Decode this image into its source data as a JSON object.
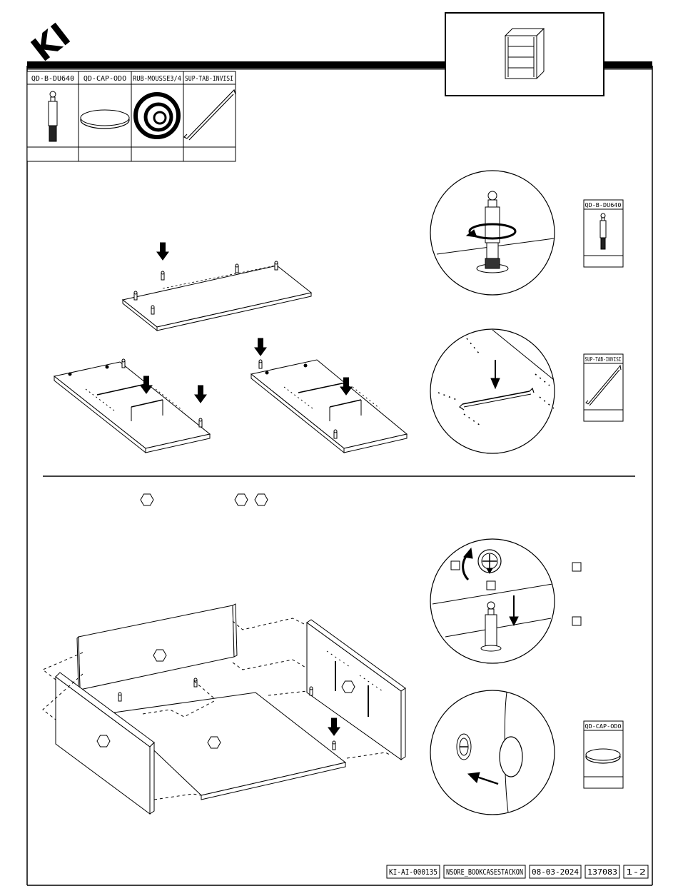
{
  "brand": {
    "logo_text": "KI"
  },
  "parts_table": [
    {
      "code": "QD-B-DU640",
      "icon": "cam-bolt-icon",
      "qty": ""
    },
    {
      "code": "QD-CAP-ODO",
      "icon": "cover-cap-icon",
      "qty": ""
    },
    {
      "code": "RUB-MOUSSE3/4",
      "icon": "foam-tape-roll-icon",
      "qty": ""
    },
    {
      "code": "SUP-TAB-INVISI",
      "icon": "invisible-shelf-support-icon",
      "qty": ""
    }
  ],
  "step1": {
    "callout_top_part": {
      "code": "QD-B-DU640",
      "icon": "cam-bolt-icon"
    },
    "callout_bottom_part": {
      "code": "SUP-TAB-INVISI",
      "icon": "invisible-shelf-support-icon"
    }
  },
  "step2": {
    "callout_cap_part": {
      "code": "QD-CAP-ODO",
      "icon": "cover-cap-icon"
    }
  },
  "footer": {
    "doc_id": "KI-AI-000135",
    "product": "NSORE_BOOKCASESTACKON",
    "date": "08-03-2024",
    "code": "137083",
    "page": "1-2"
  }
}
